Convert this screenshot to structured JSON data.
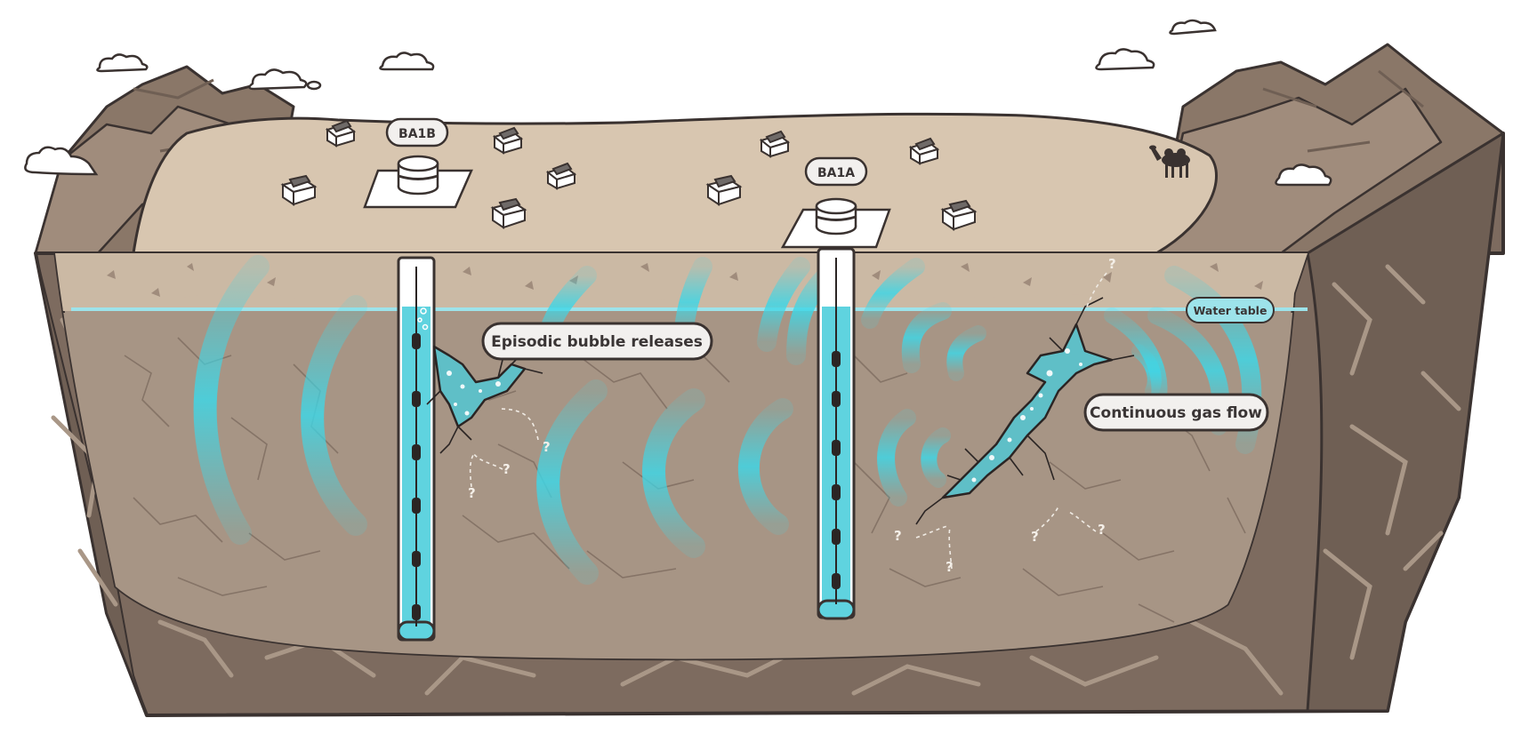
{
  "labels": {
    "well_b": "BA1B",
    "well_a": "BA1A",
    "water_table": "Water table",
    "episodic": "Episodic bubble releases",
    "continuous": "Continuous gas flow"
  },
  "question_mark": "?",
  "colors": {
    "sky": "#ffffff",
    "surface": "#d8c6b0",
    "mountain": "#8a7768",
    "mountain_dark": "#6f5f54",
    "vadose_zone": "#cbb9a4",
    "saturated_zone": "#a79585",
    "bedrock": "#7d6b5f",
    "fracture_light": "#b9a797",
    "water_cyan": "#3fd6e6",
    "outline": "#3a3230",
    "label_fill": "#f2f0ee",
    "water_table_label_fill": "#9de3ea"
  },
  "icons": [
    "cloud-icon",
    "solar-panel-icon",
    "wellhead-icon",
    "camel-icon",
    "gas-fracture-icon",
    "question-mark-icon"
  ]
}
